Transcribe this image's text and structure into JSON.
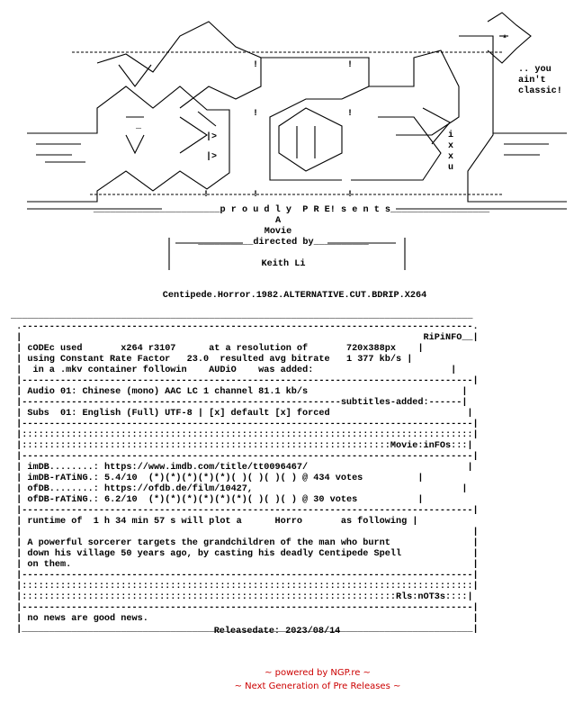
{
  "logo": {
    "art_name": "ascii-logo-art"
  },
  "tagline": {
    "lines": [
      ".. you",
      "ain't",
      "classic!"
    ],
    "side": "ixxu"
  },
  "header": {
    "proudly": "p r o u d l y  P R E! s e n t s",
    "a": "A",
    "movie": "Movie",
    "directed": "directed by",
    "director": "Keith Li"
  },
  "release_name": "Centipede.Horror.1982.ALTERNATIVE.CUT.BDRIP.X264",
  "sections": {
    "ripinfo_label": "RiPiNFO",
    "codec_label": "cODEc used",
    "codec": "x264 r3107",
    "resolution_label": "at a resolution of",
    "resolution": "720x388px",
    "crf_label": "using Constant Rate Factor",
    "crf": "23.0",
    "bitrate_label": "resulted avg bitrate",
    "bitrate": "1 377 kb/s",
    "container": "in a .mkv container followin",
    "audio_label": "AUDiO",
    "added": "was added:",
    "audio": "Audio 01: Chinese (mono) AAC LC 1 channel 81.1 kb/s",
    "subtitles_label": "subtitles-added:",
    "subs": "Subs  01: English (Full) UTF-8 | [x] default [x] forced",
    "movieinfo_label": "Movie:inFOs",
    "imdb_label": "imDB........:",
    "imdb_url": "https://www.imdb.com/title/tt0096467/",
    "imdb_rating_label": "imDB-rATiNG.:",
    "imdb_rating": "5.4/10",
    "imdb_votes": "@ 434 votes",
    "ofdb_label": "ofDB........:",
    "ofdb_url": "https://ofdb.de/film/10427,",
    "ofdb_rating_label": "ofDB-rATiNG.:",
    "ofdb_rating": "6.2/10",
    "ofdb_votes": "@ 30 votes",
    "runtime": "runtime of  1 h 34 min 57 s will plot a",
    "genre": "Horro",
    "following": "as following",
    "plot": [
      "A powerful sorcerer targets the grandchildren of the man who burnt",
      "down his village 50 years ago, by casting his deadly Centipede Spell",
      "on them."
    ],
    "rlsnotes_label": "Rls:nOT3s",
    "notes": "no news are good news."
  },
  "release_date": "Releasedate: 2023/08/14",
  "footer": {
    "powered": "~ powered by NGP.re ~",
    "nextgen": "~ Next Generation of Pre Releases ~"
  },
  "colors": {
    "text": "#000000",
    "footer": "#cc0000",
    "background": "#ffffff"
  }
}
